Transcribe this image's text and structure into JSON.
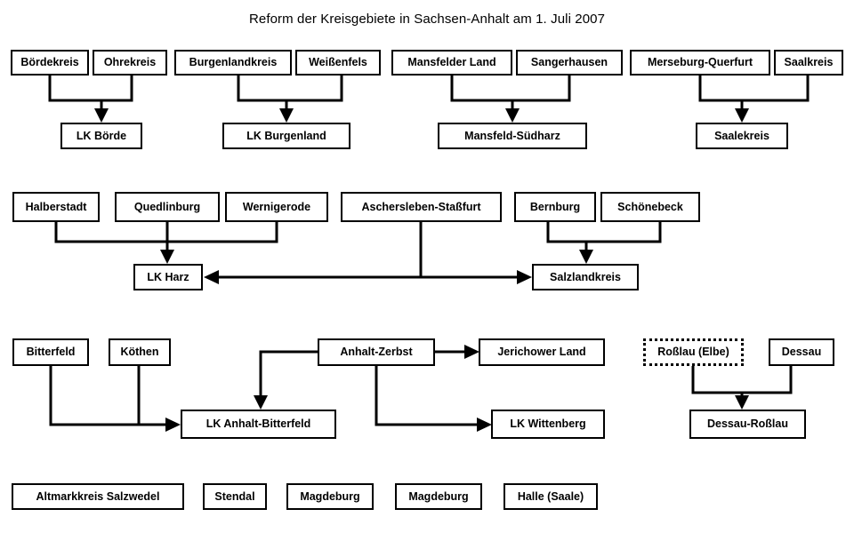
{
  "title": "Reform der Kreisgebiete in Sachsen-Anhalt am 1. Juli 2007",
  "colors": {
    "stroke": "#000000",
    "background": "#ffffff",
    "text": "#000000"
  },
  "groups": [
    {
      "name": "boerde",
      "sources": [
        "Bördekreis",
        "Ohrekreis"
      ],
      "target": "LK Börde"
    },
    {
      "name": "burgenland",
      "sources": [
        "Burgenlandkreis",
        "Weißenfels"
      ],
      "target": "LK Burgenland"
    },
    {
      "name": "mansfeld-suedharz",
      "sources": [
        "Mansfelder Land",
        "Sangerhausen"
      ],
      "target": "Mansfeld-Südharz"
    },
    {
      "name": "saalekreis",
      "sources": [
        "Merseburg-Querfurt",
        "Saalkreis"
      ],
      "target": "Saalekreis"
    },
    {
      "name": "harz",
      "sources": [
        "Halberstadt",
        "Quedlinburg",
        "Wernigerode"
      ],
      "target": "LK Harz"
    },
    {
      "name": "salzland",
      "sources": [
        "Aschersleben-Staßfurt",
        "Bernburg",
        "Schönebeck"
      ],
      "target": "Salzlandkreis"
    },
    {
      "name": "anhalt-bitterfeld",
      "sources": [
        "Bitterfeld",
        "Köthen",
        "Anhalt-Zerbst"
      ],
      "target": "LK Anhalt-Bitterfeld"
    },
    {
      "name": "wittenberg",
      "sources": [
        "Anhalt-Zerbst"
      ],
      "target": "LK Wittenberg"
    },
    {
      "name": "jerichower-land",
      "sources": [
        "Anhalt-Zerbst"
      ],
      "target": "Jerichower Land"
    },
    {
      "name": "dessau-rosslau",
      "sources": [
        "Roßlau (Elbe)",
        "Dessau"
      ],
      "target": "Dessau-Roßlau"
    }
  ],
  "boxes": {
    "boerdekreis": "Bördekreis",
    "ohrekreis": "Ohrekreis",
    "lk_boerde": "LK Börde",
    "burgenlandkreis": "Burgenlandkreis",
    "weissenfels": "Weißenfels",
    "lk_burgenland": "LK Burgenland",
    "mansfelder_land": "Mansfelder Land",
    "sangerhausen": "Sangerhausen",
    "mansfeld_suedharz": "Mansfeld-Südharz",
    "merseburg_querfurt": "Merseburg-Querfurt",
    "saalkreis": "Saalkreis",
    "saalekreis": "Saalekreis",
    "halberstadt": "Halberstadt",
    "quedlinburg": "Quedlinburg",
    "wernigerode": "Wernigerode",
    "lk_harz": "LK Harz",
    "aschersleben_stassfurt": "Aschersleben-Staßfurt",
    "bernburg": "Bernburg",
    "schoenebeck": "Schönebeck",
    "salzlandkreis": "Salzlandkreis",
    "bitterfeld": "Bitterfeld",
    "koethen": "Köthen",
    "anhalt_zerbst": "Anhalt-Zerbst",
    "jerichower_land": "Jerichower Land",
    "lk_anhalt_bitterfeld": "LK Anhalt-Bitterfeld",
    "lk_wittenberg": "LK Wittenberg",
    "rosslau_elbe": "Roßlau (Elbe)",
    "dessau": "Dessau",
    "dessau_rosslau": "Dessau-Roßlau",
    "altmarkkreis_salzwedel": "Altmarkkreis Salzwedel",
    "stendal": "Stendal",
    "magdeburg_1": "Magdeburg",
    "magdeburg_2": "Magdeburg",
    "halle_saale": "Halle (Saale)"
  }
}
